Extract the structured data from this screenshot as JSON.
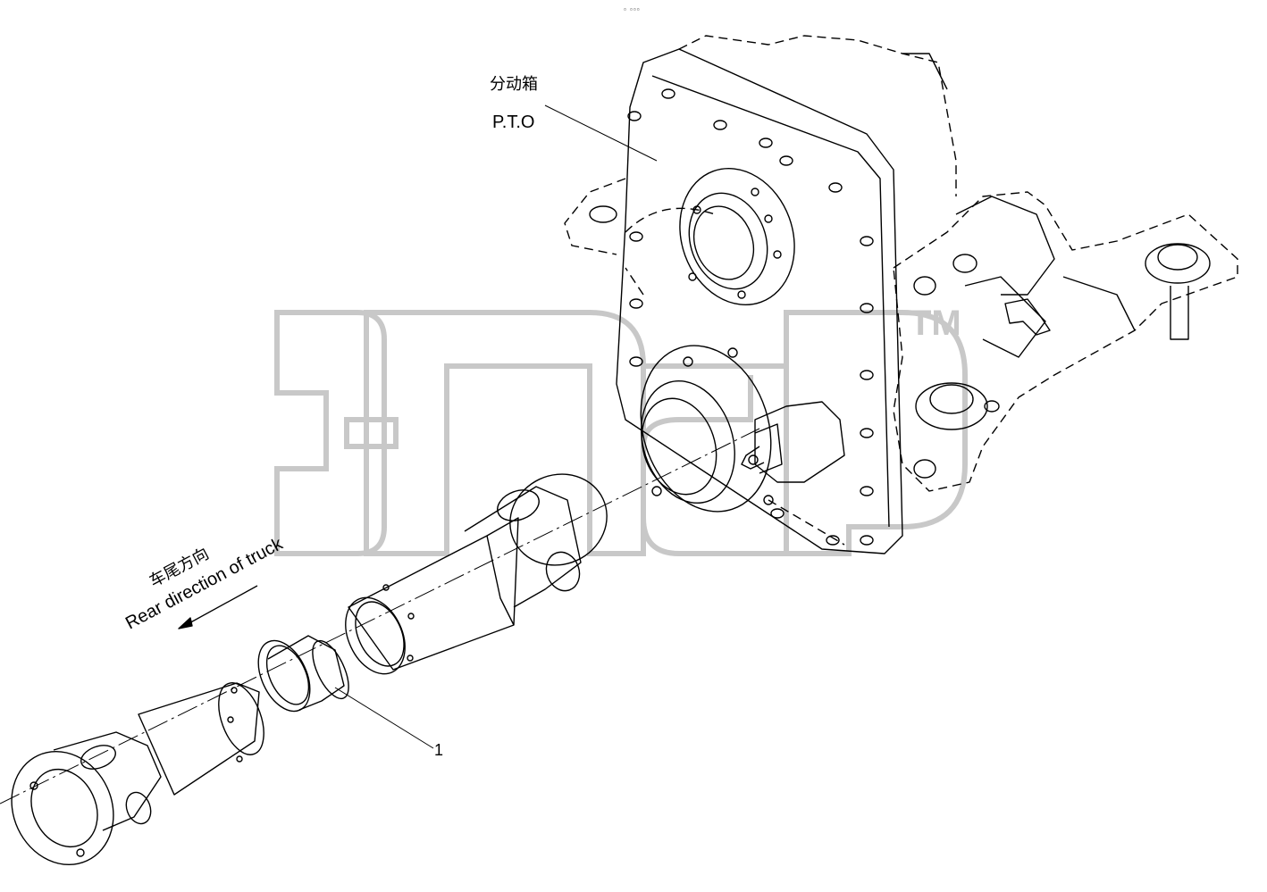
{
  "labels": {
    "pto_cn": "分动箱",
    "pto_en": "P.T.O",
    "rear_cn": "车尾方向",
    "rear_en": "Rear direction of truck",
    "part_number": "1",
    "corner_mark": "▫ ▫▫▫"
  },
  "watermark": {
    "trademark": "TM",
    "color": "#c8c8c8"
  },
  "colors": {
    "line": "#000000",
    "background": "#ffffff"
  },
  "icons": [
    "rear-direction-arrow-icon"
  ]
}
